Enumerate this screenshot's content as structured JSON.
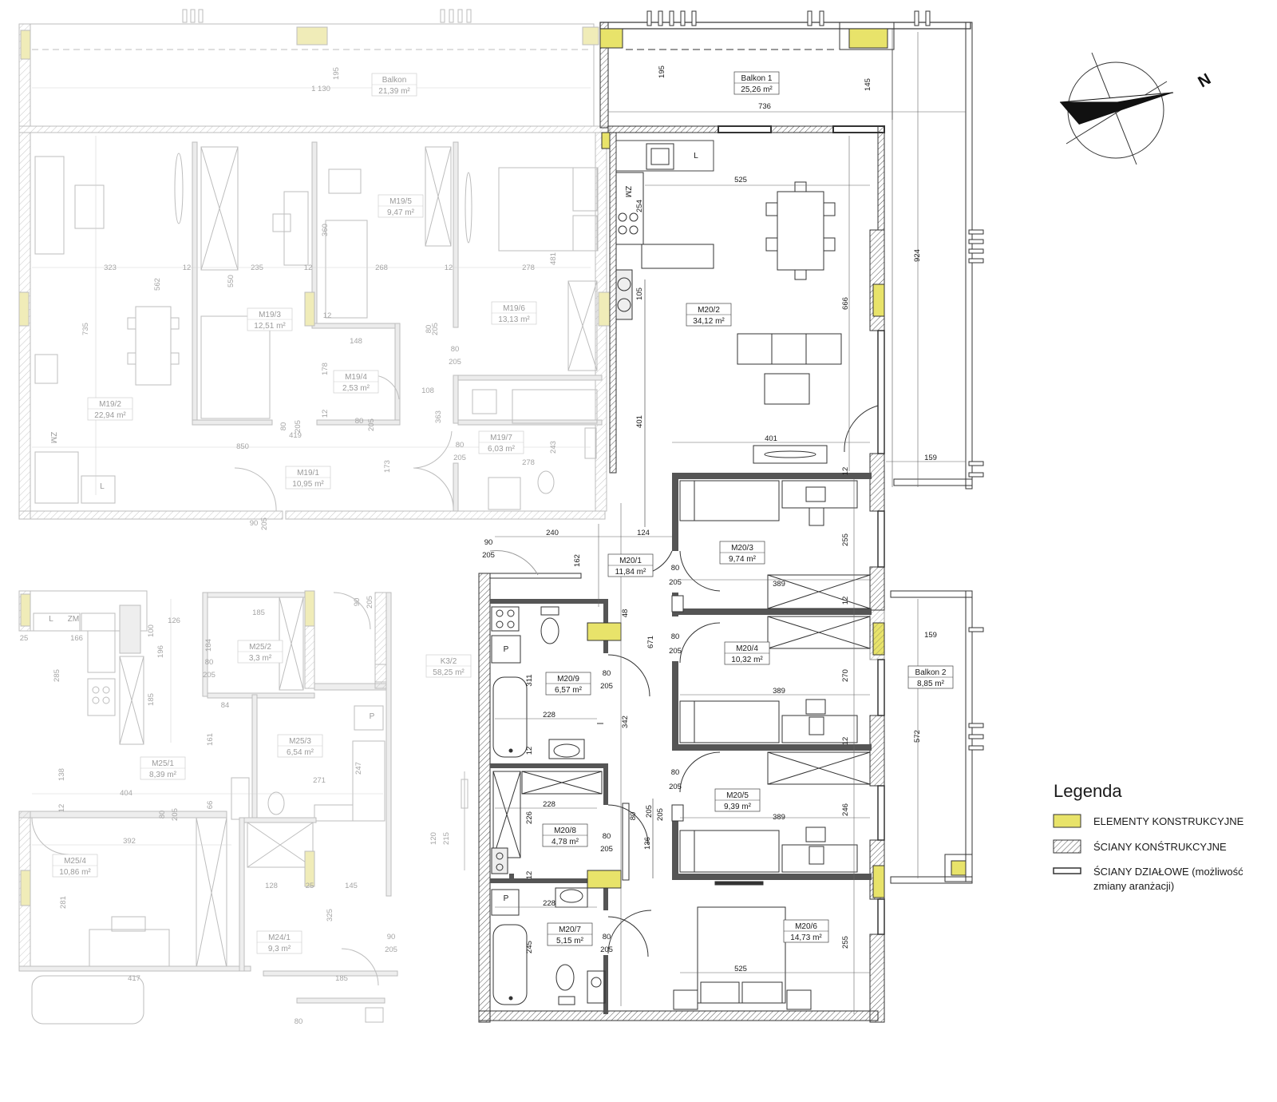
{
  "north_label": "N",
  "legend": {
    "title": "Legenda",
    "items": [
      {
        "label": "ELEMENTY KONSTRUKCYJNE",
        "swatch": "yellow"
      },
      {
        "label": "ŚCIANY KONŚTRUKCYJNE",
        "swatch": "hatch"
      },
      {
        "label": "ŚCIANY DZIAŁOWE (możliwość",
        "label2": "zmiany aranżacji)",
        "swatch": "line"
      }
    ]
  },
  "colors": {
    "structural_yellow": "#e8e36a",
    "wall_dark": "#3a3a3a",
    "wall_faded": "#bcbcbc",
    "hatch_gray": "#9a9a9a"
  },
  "rooms_active": [
    {
      "id": "balkon1",
      "name": "Balkon 1",
      "area": "25,26 m²"
    },
    {
      "id": "m20-2",
      "name": "M20/2",
      "area": "34,12 m²"
    },
    {
      "id": "m20-1",
      "name": "M20/1",
      "area": "11,84 m²"
    },
    {
      "id": "m20-3",
      "name": "M20/3",
      "area": "9,74 m²"
    },
    {
      "id": "m20-4",
      "name": "M20/4",
      "area": "10,32 m²"
    },
    {
      "id": "m20-5",
      "name": "M20/5",
      "area": "9,39 m²"
    },
    {
      "id": "m20-6",
      "name": "M20/6",
      "area": "14,73 m²"
    },
    {
      "id": "m20-7",
      "name": "M20/7",
      "area": "5,15 m²"
    },
    {
      "id": "m20-8",
      "name": "M20/8",
      "area": "4,78 m²"
    },
    {
      "id": "m20-9",
      "name": "M20/9",
      "area": "6,57 m²"
    },
    {
      "id": "balkon2",
      "name": "Balkon 2",
      "area": "8,85 m²"
    }
  ],
  "rooms_faded": [
    {
      "id": "balkon",
      "name": "Balkon",
      "area": "21,39 m²"
    },
    {
      "id": "m19-1",
      "name": "M19/1",
      "area": "10,95 m²"
    },
    {
      "id": "m19-2",
      "name": "M19/2",
      "area": "22,94 m²"
    },
    {
      "id": "m19-3",
      "name": "M19/3",
      "area": "12,51 m²"
    },
    {
      "id": "m19-4",
      "name": "M19/4",
      "area": "2,53 m²"
    },
    {
      "id": "m19-5",
      "name": "M19/5",
      "area": "9,47 m²"
    },
    {
      "id": "m19-6",
      "name": "M19/6",
      "area": "13,13 m²"
    },
    {
      "id": "m19-7",
      "name": "M19/7",
      "area": "6,03 m²"
    },
    {
      "id": "m25-1",
      "name": "M25/1",
      "area": "8,39 m²"
    },
    {
      "id": "m25-2",
      "name": "M25/2",
      "area": "3,3 m²"
    },
    {
      "id": "m25-3",
      "name": "M25/3",
      "area": "6,54 m²"
    },
    {
      "id": "m25-4",
      "name": "M25/4",
      "area": "10,86 m²"
    },
    {
      "id": "m24-1",
      "name": "M24/1",
      "area": "9,3 m²"
    },
    {
      "id": "k3-2",
      "name": "K3/2",
      "area": "58,25 m²"
    }
  ],
  "fixtures_active": [
    "L",
    "ZM",
    "P",
    "P",
    "P"
  ],
  "fixtures_faded": [
    "L",
    "ZM",
    "L",
    "ZM",
    "P"
  ],
  "dims_active": [
    "195",
    "736",
    "145",
    "525",
    "254",
    "105",
    "666",
    "924",
    "401",
    "401",
    "159",
    "12",
    "240",
    "124",
    "162",
    "255",
    "389",
    "12",
    "48",
    "671",
    "270",
    "389",
    "12",
    "159",
    "572",
    "342",
    "228",
    "311",
    "246",
    "389",
    "205",
    "136",
    "228",
    "226",
    "12",
    "12",
    "255",
    "525",
    "245",
    "228",
    "80",
    "205",
    "80",
    "205",
    "80",
    "205",
    "80",
    "205",
    "80",
    "205",
    "80",
    "205",
    "80",
    "205",
    "90",
    "205"
  ],
  "dims_faded": [
    "1 130",
    "195",
    "323",
    "12",
    "235",
    "12",
    "268",
    "12",
    "278",
    "562",
    "735",
    "550",
    "360",
    "481",
    "148",
    "12",
    "178",
    "12",
    "108",
    "363",
    "419",
    "850",
    "173",
    "243",
    "278",
    "90",
    "205",
    "80",
    "205",
    "80",
    "205",
    "80",
    "205",
    "80",
    "205",
    "80",
    "205",
    "90",
    "205",
    "126",
    "185",
    "100",
    "166",
    "25",
    "196",
    "184",
    "285",
    "185",
    "84",
    "161",
    "138",
    "404",
    "12",
    "66",
    "247",
    "271",
    "392",
    "281",
    "128",
    "25",
    "145",
    "325",
    "417",
    "185",
    "120",
    "215",
    "90",
    "205",
    "80",
    "80",
    "205",
    "80",
    "205"
  ]
}
